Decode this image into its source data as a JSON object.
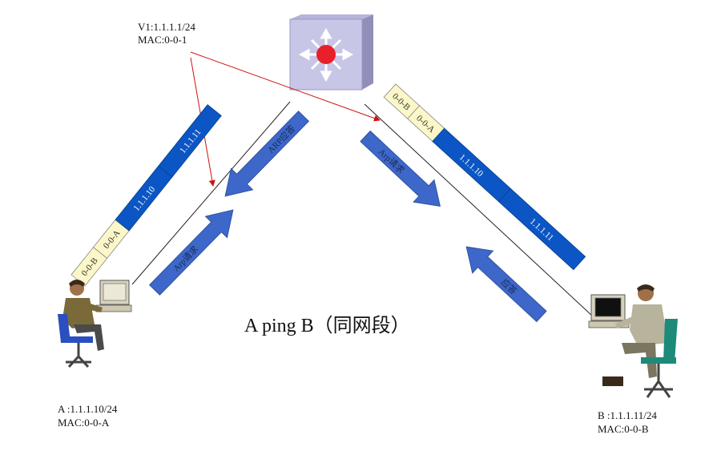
{
  "title": "A ping B（同网段）",
  "switch": {
    "label_line1": "V1:1.1.1.1/24",
    "label_line2": "MAC:0-0-1"
  },
  "host_a": {
    "ip": "A :1.1.1.10/24",
    "mac": "MAC:0-0-A"
  },
  "host_b": {
    "ip": "B :1.1.1.11/24",
    "mac": "MAC:0-0-B"
  },
  "frame_left": {
    "dst_mac": "0-0-B",
    "src_mac": "0-0-A",
    "src_ip": "1.1.1.10",
    "dst_ip": "1.1.1.11"
  },
  "frame_right": {
    "dst_mac": "0-0-B",
    "src_mac": "0-0-A",
    "src_ip": "1.1.1.10",
    "dst_ip": "1.1.1.11"
  },
  "arrows": {
    "left_request": "Arp请求",
    "left_reply": "ARP应答",
    "right_request": "Arp请求",
    "right_reply": "应答"
  },
  "colors": {
    "frame_blue": "#0b56c4",
    "mac_cell": "#fbf7c8",
    "arrow_blue": "#3d67c8",
    "switch_face": "#c7c6e6",
    "switch_center": "#e8202a",
    "pointer_red": "#d01010"
  }
}
